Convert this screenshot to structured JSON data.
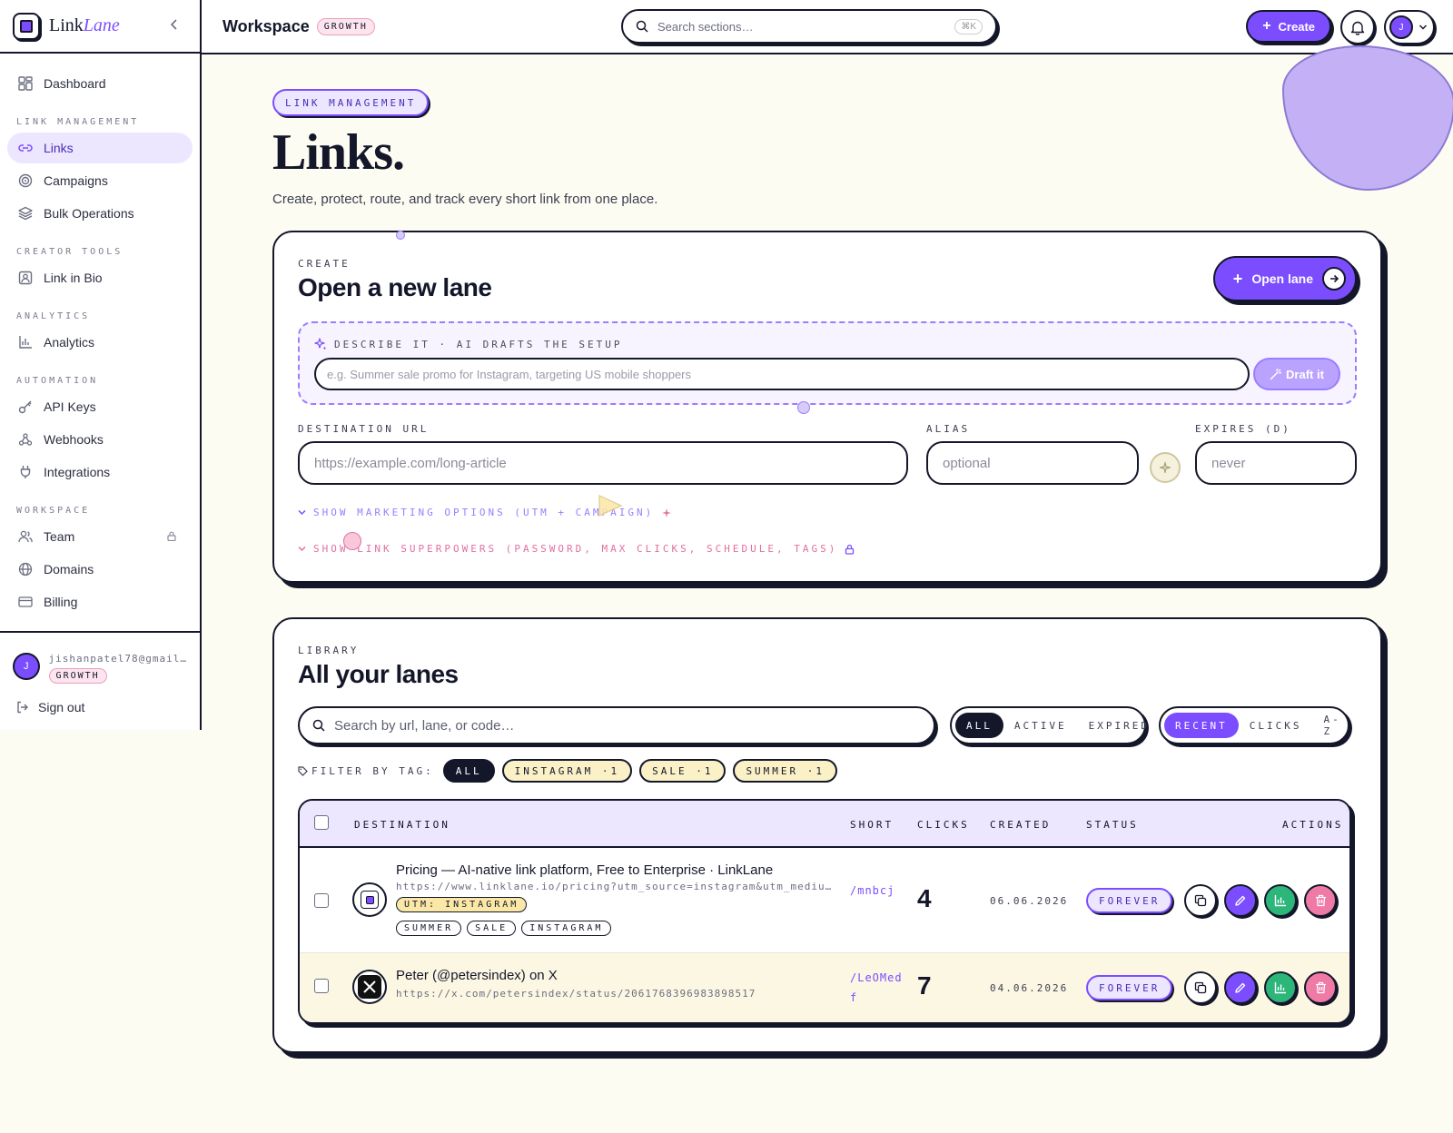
{
  "brand": {
    "name_a": "Link",
    "name_b": "Lane"
  },
  "sidebar": {
    "dashboard": "Dashboard",
    "sections": {
      "link_management": "LINK MANAGEMENT",
      "creator_tools": "CREATOR TOOLS",
      "analytics": "ANALYTICS",
      "automation": "AUTOMATION",
      "workspace": "WORKSPACE"
    },
    "items": {
      "links": "Links",
      "campaigns": "Campaigns",
      "bulk": "Bulk Operations",
      "link_in_bio": "Link in Bio",
      "analytics": "Analytics",
      "api_keys": "API Keys",
      "webhooks": "Webhooks",
      "integrations": "Integrations",
      "team": "Team",
      "domains": "Domains",
      "billing": "Billing"
    },
    "user": {
      "avatar": "J",
      "email": "jishanpatel78@gmail…",
      "plan": "GROWTH"
    },
    "signout": "Sign out"
  },
  "header": {
    "title": "Workspace",
    "plan": "GROWTH",
    "search_placeholder": "Search sections…",
    "shortcut": "⌘K",
    "create": "Create",
    "avatar": "J"
  },
  "page": {
    "tag": "LINK MANAGEMENT",
    "title": "Links.",
    "subtitle": "Create, protect, route, and track every short link from one place."
  },
  "create": {
    "kicker": "CREATE",
    "title": "Open a new lane",
    "open_button": "Open lane",
    "ai_label": "DESCRIBE IT · AI DRAFTS THE SETUP",
    "ai_placeholder": "e.g. Summer sale promo for Instagram, targeting US mobile shoppers",
    "draft_button": "Draft it",
    "dest_label": "DESTINATION URL",
    "dest_placeholder": "https://example.com/long-article",
    "alias_label": "ALIAS",
    "alias_placeholder": "optional",
    "expires_label": "EXPIRES (D)",
    "expires_placeholder": "never",
    "marketing_toggle": "SHOW MARKETING OPTIONS (UTM + CAMPAIGN)",
    "superpowers_toggle": "SHOW LINK SUPERPOWERS (PASSWORD, MAX CLICKS, SCHEDULE, TAGS)"
  },
  "library": {
    "kicker": "LIBRARY",
    "title": "All your lanes",
    "search_placeholder": "Search by url, lane, or code…",
    "status_filter": [
      "ALL",
      "ACTIVE",
      "EXPIRED"
    ],
    "sort": [
      "RECENT",
      "CLICKS",
      "A-Z"
    ],
    "tag_label": "FILTER BY TAG:",
    "tags": [
      "ALL",
      "INSTAGRAM ·1",
      "SALE ·1",
      "SUMMER ·1"
    ],
    "columns": {
      "destination": "DESTINATION",
      "short": "SHORT",
      "clicks": "CLICKS",
      "created": "CREATED",
      "status": "STATUS",
      "actions": "ACTIONS"
    },
    "rows": [
      {
        "title": "Pricing — AI-native link platform, Free to Enterprise · LinkLane",
        "url": "https://www.linklane.io/pricing?utm_source=instagram&utm_mediu…",
        "utm": "UTM: INSTAGRAM",
        "tags": [
          "SUMMER",
          "SALE",
          "INSTAGRAM"
        ],
        "short": "/mnbcj",
        "clicks": "4",
        "created": "06.06.2026",
        "status": "FOREVER"
      },
      {
        "title": "Peter (@petersindex) on X",
        "url": "https://x.com/petersindex/status/2061768396983898517",
        "short": "/LeOMedf",
        "clicks": "7",
        "created": "04.06.2026",
        "status": "FOREVER"
      }
    ]
  },
  "colors": {
    "accent": "#7c4dff",
    "ink": "#14172a",
    "background": "#fdfcf2",
    "success": "#2db67a",
    "danger": "#f07aa6"
  }
}
